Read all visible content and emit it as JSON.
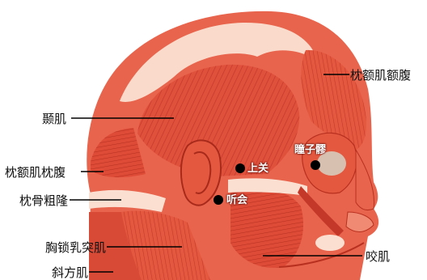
{
  "labels": {
    "zhen_e_ji_e_fu": "枕额肌额腹",
    "nie_ji": "颞肌",
    "zhen_e_ji_zhen_fu": "枕额肌枕腹",
    "zhen_gu_cu_long": "枕骨粗隆",
    "xiong_suo_ru_tu_ji": "胸锁乳突肌",
    "xie_fang_ji": "斜方肌",
    "yao_ji": "咬肌"
  },
  "points": {
    "shang_guan": "上关",
    "tong_zi_liao": "瞳子髎",
    "ting_hui": "听会"
  },
  "colors": {
    "muscle": "#e0513c",
    "muscle_light": "#f08a72",
    "tendon": "#fbe0d2",
    "point": "#000000",
    "background": "#ffffff"
  }
}
